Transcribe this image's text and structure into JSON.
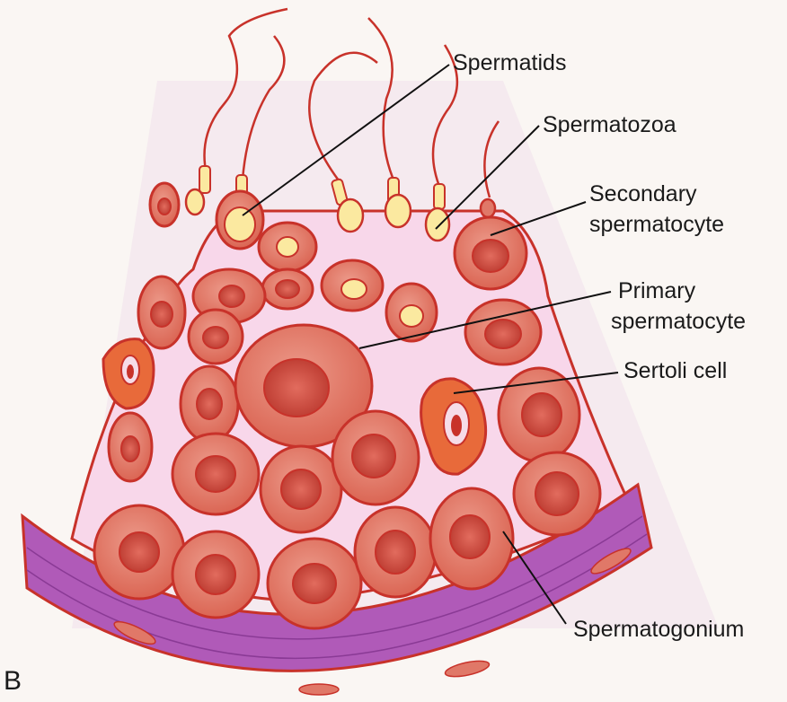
{
  "panel_letter": "B",
  "labels": {
    "spermatids": "Spermatids",
    "spermatozoa": "Spermatozoa",
    "secondary_1": "Secondary",
    "secondary_2": "spermatocyte",
    "primary_1": "Primary",
    "primary_2": "spermatocyte",
    "sertoli": "Sertoli cell",
    "spermatogonium": "Spermatogonium"
  },
  "colors": {
    "background": "#faf6f3",
    "backdrop": "#f1e3ec",
    "cytoplasm": "#f8d7ea",
    "cell_fill": "#e07868",
    "cell_outline": "#c8322a",
    "nucleus_fill": "#d8584c",
    "basement_membrane": "#b05ab8",
    "sperm_head": "#fbe9a0",
    "sertoli_fill": "#e86a3a",
    "leader_line": "#111111"
  }
}
